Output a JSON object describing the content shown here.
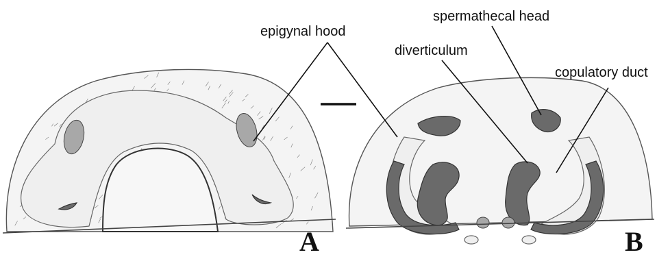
{
  "labels": {
    "epigynal_hood": "epigynal hood",
    "spermathecal_head": "spermathecal head",
    "diverticulum": "diverticulum",
    "copulatory_duct": "copulatory duct"
  },
  "panels": {
    "a": "A",
    "b": "B"
  }
}
